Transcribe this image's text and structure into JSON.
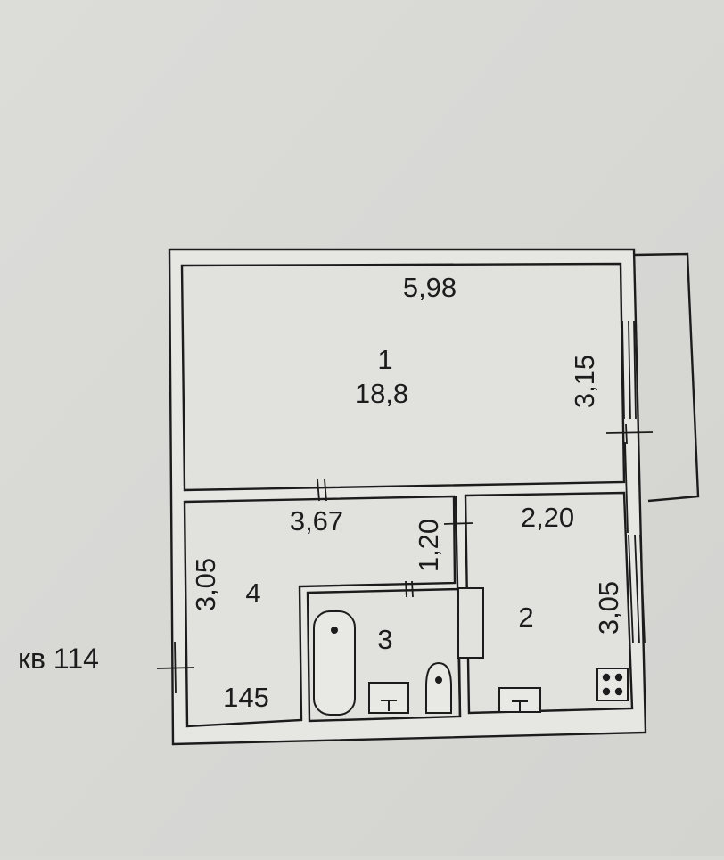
{
  "plan": {
    "apartment_label": "кв 114",
    "rooms": [
      {
        "number": "1",
        "area": "18,8",
        "width": "5,98",
        "length": "3,15"
      },
      {
        "number": "2",
        "width": "2,20",
        "length": "3,05"
      },
      {
        "number": "3",
        "dim": "1,20"
      },
      {
        "number": "4",
        "width": "3,67",
        "length": "3,05",
        "dim": "145"
      }
    ]
  },
  "colors": {
    "paper": "#d9d9d6",
    "ink": "#1c1c1c",
    "wall_fill": "#e6e6e3"
  }
}
